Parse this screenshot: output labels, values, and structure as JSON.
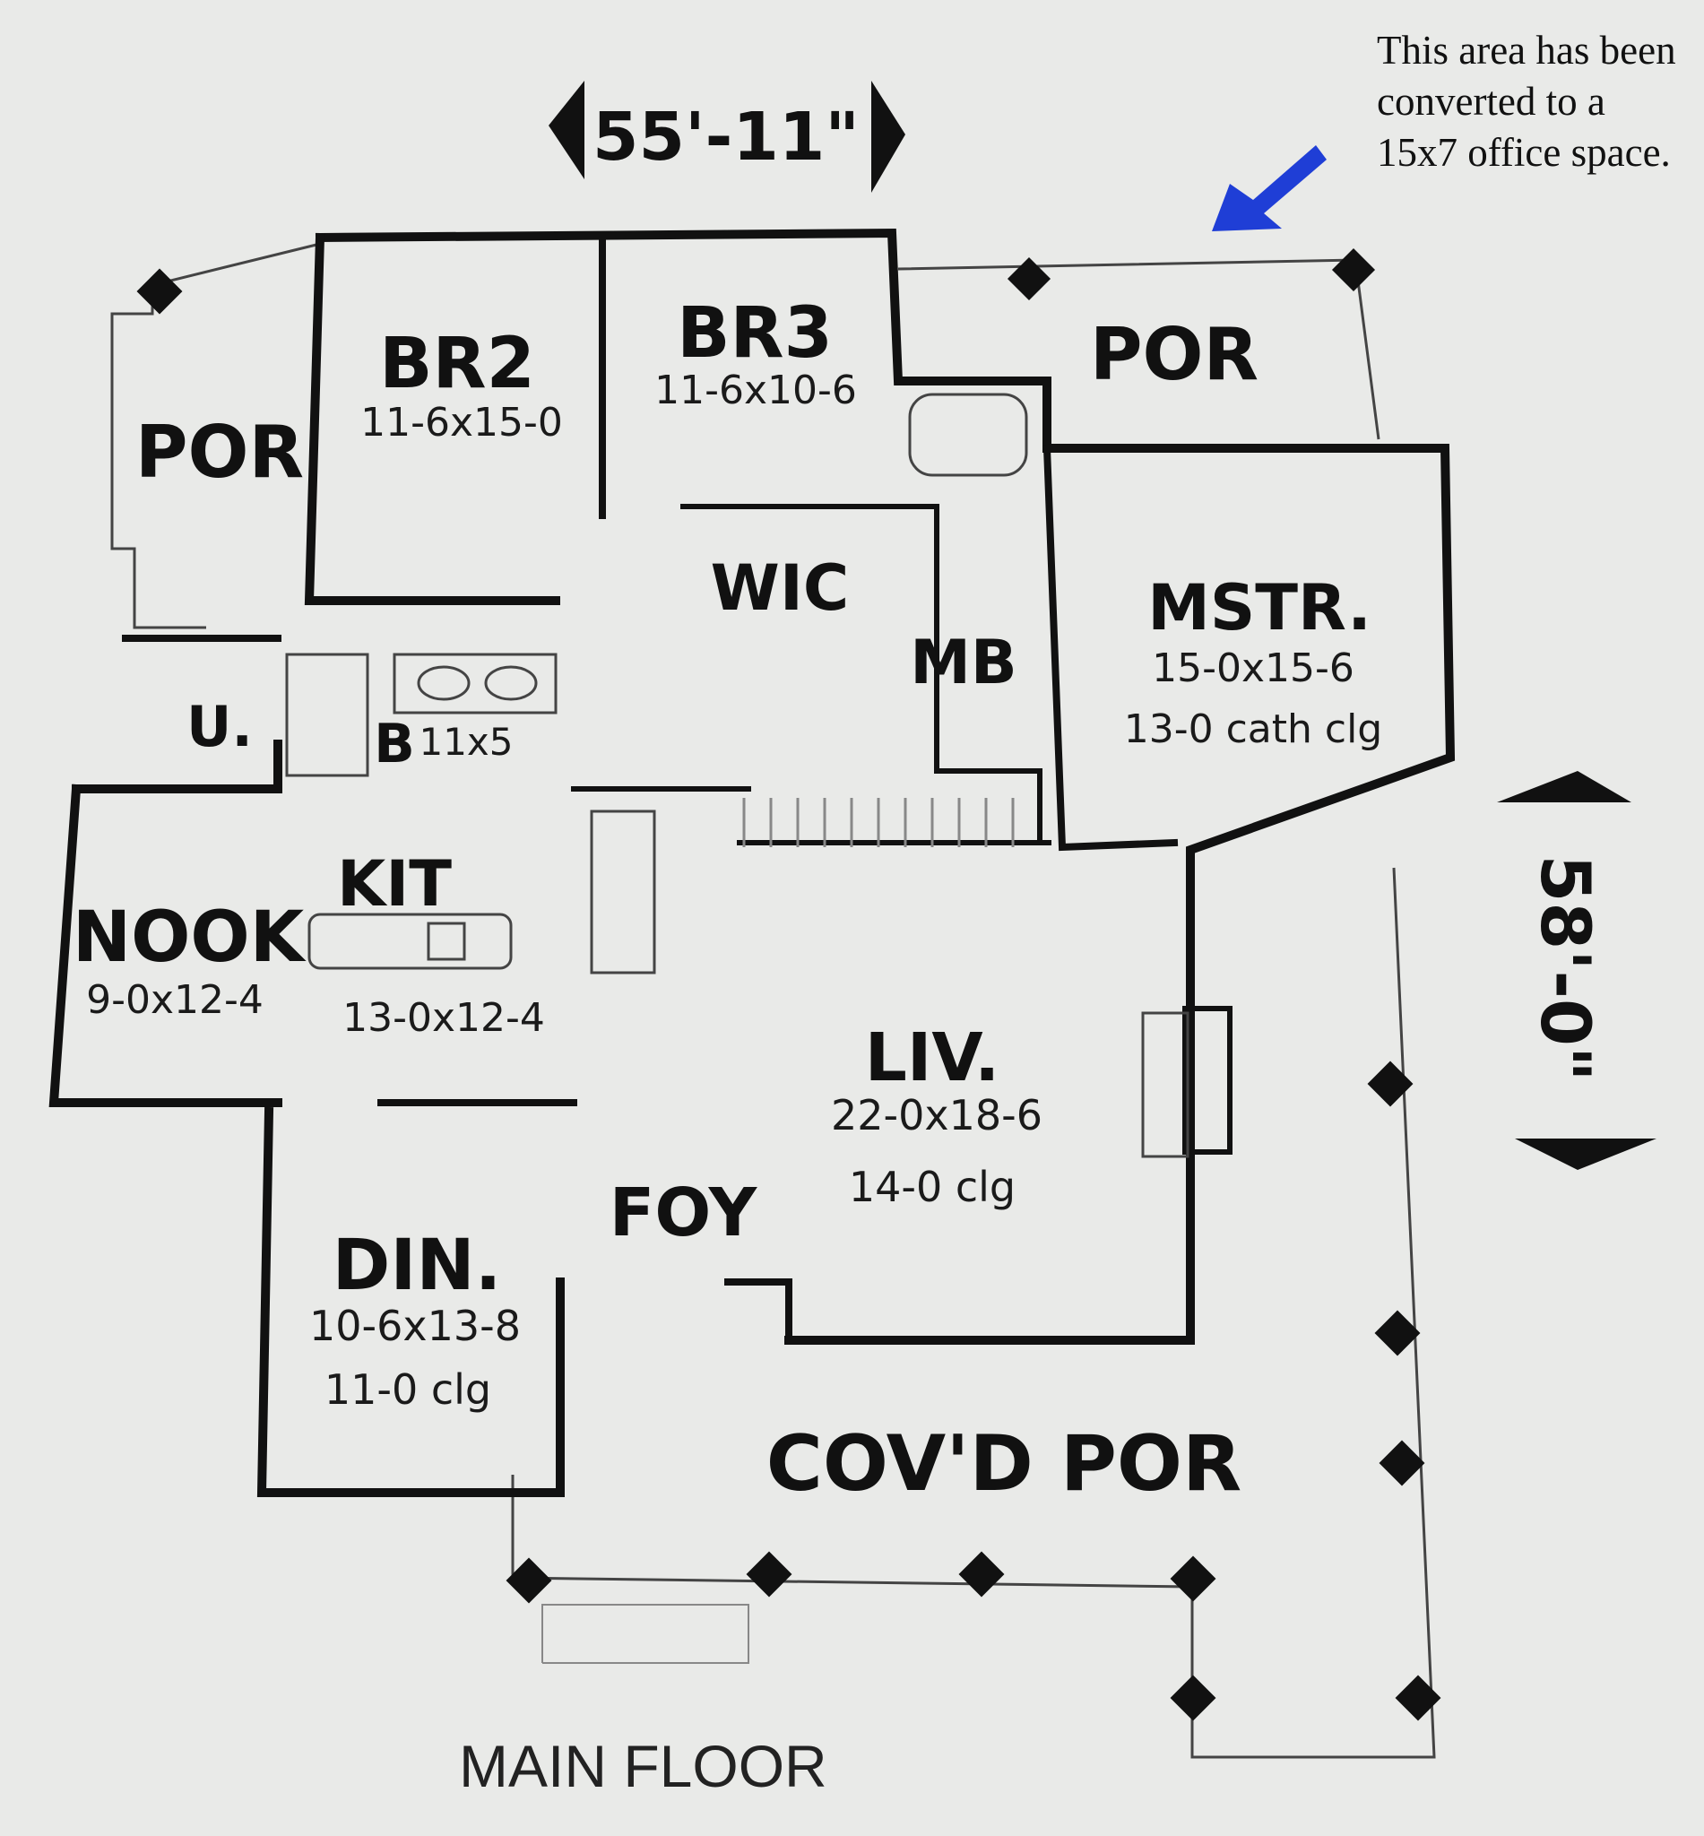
{
  "annotation": {
    "note": "This area has been converted to a 15x7 office space.",
    "arrow_color": "#1f3ed6"
  },
  "dimensions": {
    "width": "55'-11\"",
    "depth": "58'-0\""
  },
  "rooms": {
    "br2": {
      "name": "BR2",
      "size": "11-6x15-0"
    },
    "br3": {
      "name": "BR3",
      "size": "11-6x10-6"
    },
    "por_top": {
      "name": "POR"
    },
    "por_left": {
      "name": "POR"
    },
    "wic": {
      "name": "WIC"
    },
    "mb": {
      "name": "MB"
    },
    "mstr": {
      "name": "MSTR.",
      "size": "15-0x15-6",
      "ceiling": "13-0 cath clg"
    },
    "utility": {
      "name": "U."
    },
    "bath": {
      "name": "B",
      "size": "11x5"
    },
    "kit": {
      "name": "KIT",
      "size": "13-0x12-4"
    },
    "nook": {
      "name": "NOOK",
      "size": "9-0x12-4"
    },
    "liv": {
      "name": "LIV.",
      "size": "22-0x18-6",
      "ceiling": "14-0 clg"
    },
    "foy": {
      "name": "FOY"
    },
    "din": {
      "name": "DIN.",
      "size": "10-6x13-8",
      "ceiling": "11-0 clg"
    },
    "covd_por": {
      "name": "COV'D POR"
    }
  },
  "caption": "MAIN FLOOR"
}
